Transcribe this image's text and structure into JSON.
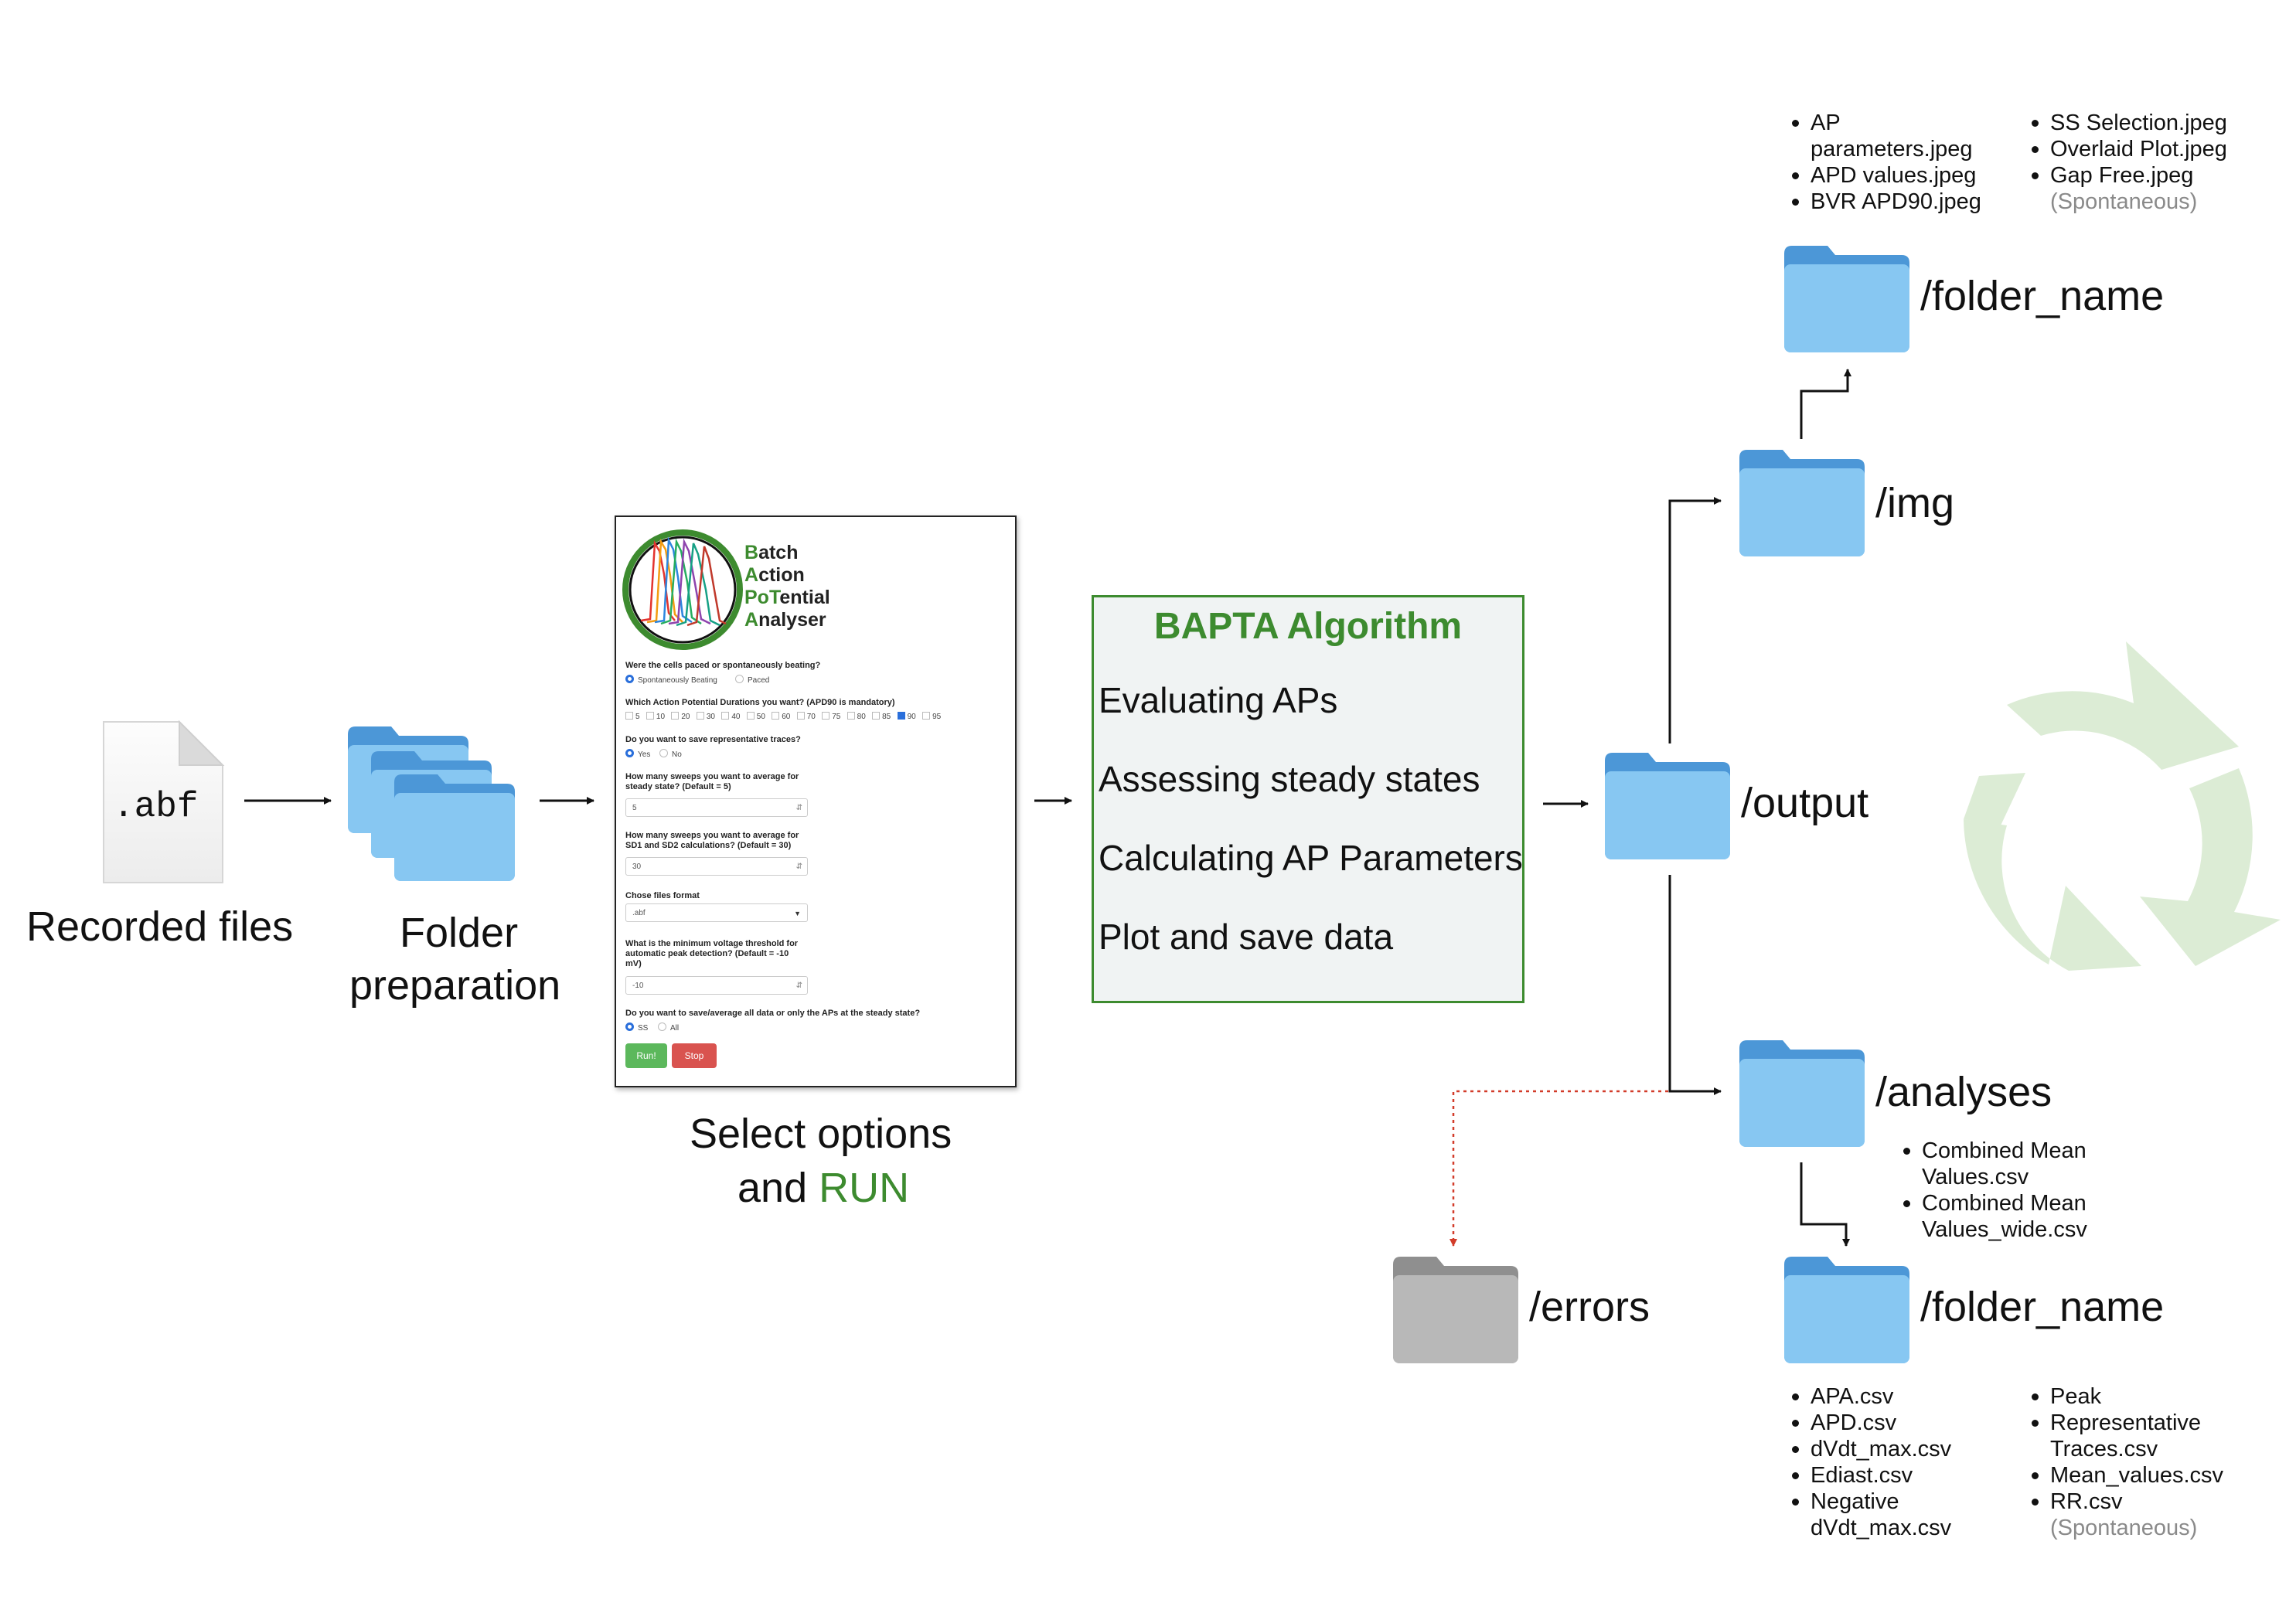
{
  "input_file": {
    "extension_text": ".abf",
    "caption": "Recorded files"
  },
  "folder_prep": {
    "caption_line1": "Folder",
    "caption_line2": "preparation"
  },
  "app": {
    "logo_title_lines": [
      {
        "initial": "B",
        "rest": "atch"
      },
      {
        "initial": "A",
        "rest": "ction"
      },
      {
        "initial": "Po",
        "initial_rest": "T",
        "rest_a": "",
        "rest": "ential"
      },
      {
        "initial": "A",
        "rest": "nalyser"
      }
    ],
    "q1": "Were the cells paced or spontaneously beating?",
    "q1_options": [
      "Spontaneously Beating",
      "Paced"
    ],
    "q2": "Which Action Potential Durations you want? (APD90 is mandatory)",
    "q2_options": [
      "5",
      "10",
      "20",
      "30",
      "40",
      "50",
      "60",
      "70",
      "75",
      "80",
      "85",
      "90",
      "95"
    ],
    "q3": "Do you want to save representative traces?",
    "q3_options": [
      "Yes",
      "No"
    ],
    "q4_line1": "How many sweeps you want to average for",
    "q4_line2": "steady state? (Default = 5)",
    "q4_value": "5",
    "q5_line1": "How many sweeps you want to average for",
    "q5_line2": "SD1 and SD2 calculations? (Default = 30)",
    "q5_value": "30",
    "q6": "Chose files format",
    "q6_value": ".abf",
    "q7_line1": "What is the minimum voltage threshold for",
    "q7_line2": "automatic peak detection? (Default = -10",
    "q7_line3": "mV)",
    "q7_value": "-10",
    "q8": "Do you want to save/average all data or only the APs at the steady state?",
    "q8_options": [
      "SS",
      "All"
    ],
    "run_label": "Run!",
    "stop_label": "Stop"
  },
  "select_caption": {
    "line1": "Select options",
    "line2_prefix": "and",
    "line2_highlight": "RUN"
  },
  "algorithm": {
    "title": "BAPTA Algorithm",
    "steps": [
      "Evaluating APs",
      "Assessing steady states",
      "Calculating AP Parameters",
      "Plot and save data"
    ]
  },
  "folders": {
    "output": "/output",
    "img": "/img",
    "img_sub": "/folder_name",
    "analyses": "/analyses",
    "analyses_sub": "/folder_name",
    "errors": "/errors"
  },
  "img_files_left": [
    "AP parameters.jpeg",
    "APD values.jpeg",
    "BVR APD90.jpeg"
  ],
  "img_files_right": [
    "SS Selection.jpeg",
    "Overlaid Plot.jpeg",
    "Gap Free.jpeg"
  ],
  "img_files_note": "(Spontaneous)",
  "analyses_files": [
    "Combined Mean Values.csv",
    "Combined Mean Values_wide.csv"
  ],
  "analyses_sub_files_left": [
    "APA.csv",
    "APD.csv",
    "dVdt_max.csv",
    "Ediast.csv",
    "Negative dVdt_max.csv"
  ],
  "analyses_sub_files_right": [
    "Peak",
    "Representative Traces.csv",
    "Mean_values.csv",
    "RR.csv"
  ],
  "analyses_sub_files_note": "(Spontaneous)",
  "colors": {
    "accent_green": "#3d8b2f",
    "folder_blue": "#87c7f2",
    "folder_gray": "#b8b8b8",
    "error_arrow": "#d23c2a",
    "recycle_green": "#dcecd5"
  }
}
